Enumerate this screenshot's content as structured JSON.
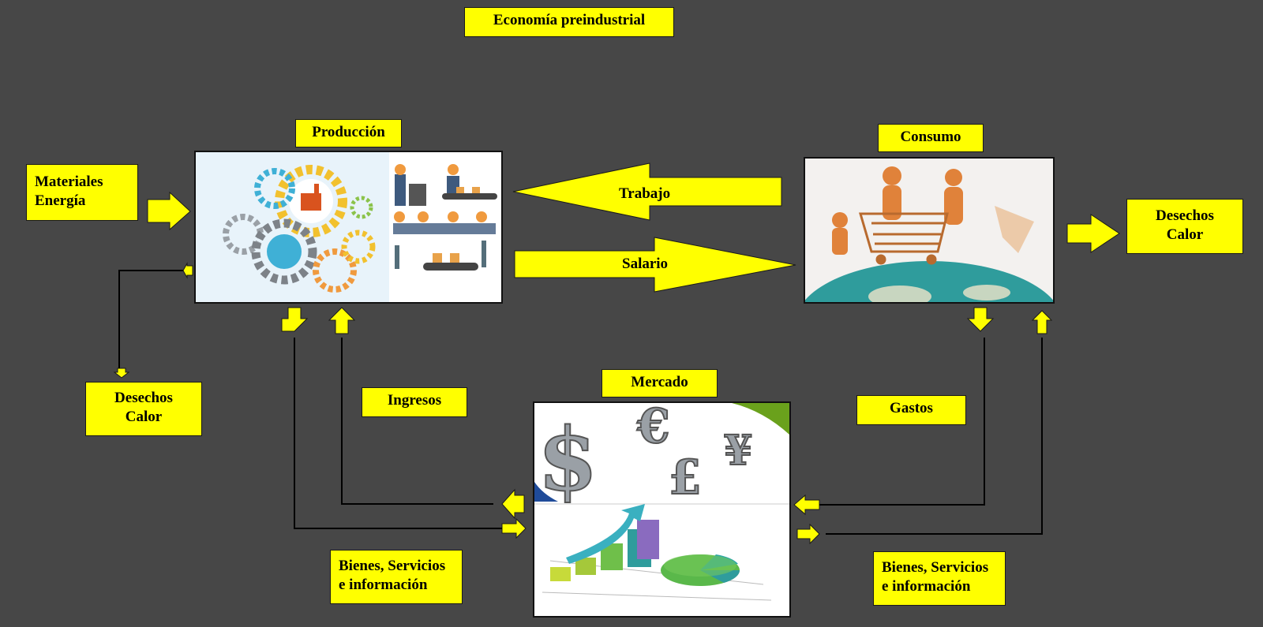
{
  "title": "Economía preindustrial",
  "nodes": {
    "produccion": "Producción",
    "consumo": "Consumo",
    "mercado": "Mercado",
    "inputs": "Materiales\nEnergía",
    "waste_left": "Desechos\nCalor",
    "waste_right": "Desechos\nCalor"
  },
  "flows": {
    "trabajo": "Trabajo",
    "salario": "Salario",
    "ingresos": "Ingresos",
    "gastos": "Gastos",
    "bienes_left": "Bienes, Servicios\ne información",
    "bienes_right": "Bienes, Servicios\ne información"
  },
  "market_symbols": {
    "dollar": "$",
    "euro": "€",
    "yen": "¥",
    "pound": "£"
  },
  "colors": {
    "accent": "#ffff00",
    "background": "#474747",
    "line": "#000000"
  }
}
